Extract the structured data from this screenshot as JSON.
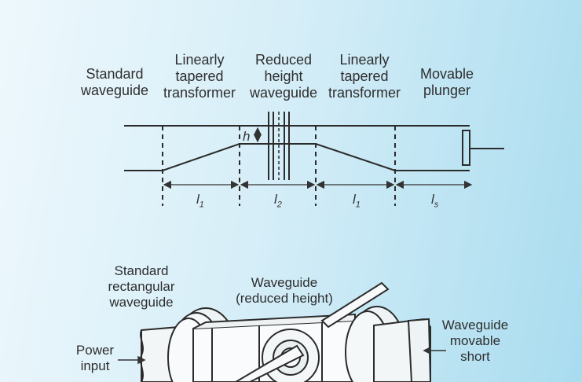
{
  "top_diagram": {
    "labels": {
      "standard_waveguide": "Standard\nwaveguide",
      "tapered_1": "Linearly\ntapered\ntransformer",
      "reduced_height": "Reduced\nheight\nwaveguide",
      "tapered_2": "Linearly\ntapered\ntransformer",
      "plunger": "Movable\nplunger"
    },
    "symbols": {
      "h": "h",
      "l1a": "l",
      "l1a_sub": "1",
      "l2": "l",
      "l2_sub": "2",
      "l1b": "l",
      "l1b_sub": "1",
      "ls": "l",
      "ls_sub": "s"
    }
  },
  "bottom_diagram": {
    "labels": {
      "std_rect": "Standard\nrectangular\nwaveguide",
      "reduced": "Waveguide\n(reduced height)",
      "power": "Power\ninput",
      "short": "Waveguide\nmovable\nshort"
    }
  }
}
